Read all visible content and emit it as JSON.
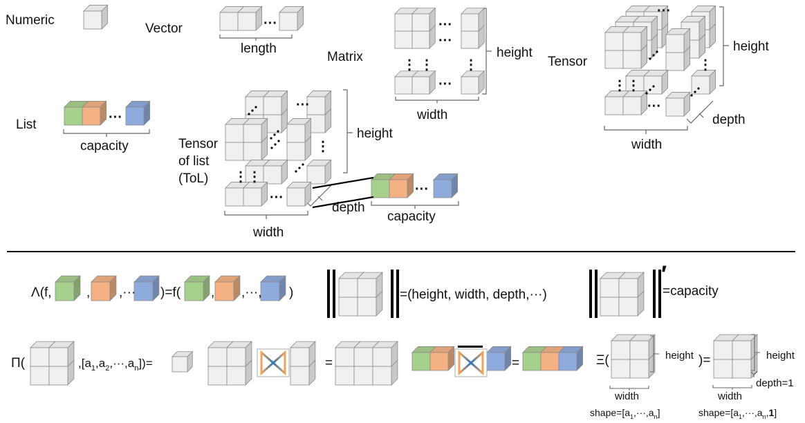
{
  "labels": {
    "numeric": "Numeric",
    "vector": "Vector",
    "length": "length",
    "matrix": "Matrix",
    "height": "height",
    "width": "width",
    "tensor": "Tensor",
    "depth": "depth",
    "list": "List",
    "capacity": "capacity",
    "tol_line1": "Tensor",
    "tol_line2": "of list",
    "tol_line3": "(ToL)",
    "dots_h": "···",
    "dots_v": "⋮"
  },
  "ops": {
    "lambda_open": "Λ(f,",
    "comma": ",",
    "comma_dots": ",···",
    "eq_f": ")=f(",
    "comma_dots_comma": ",···,",
    "close": ")",
    "norm_result": "=(height, width, depth,···)",
    "prime": "′",
    "capacity_result": "=capacity",
    "pi_open": "Π(",
    "pi_args": ",[a",
    "pi_sub1": "1",
    "pi_mid1": ",a",
    "pi_sub2": "2",
    "pi_mid2": ",···,a",
    "pi_subn": "n",
    "pi_close": "])=",
    "equals": "=",
    "xi_open": "Ξ(",
    "xi_close": ")=",
    "depth_eq_1": "depth=1",
    "shape1": "shape=[a",
    "shape1_sub1": "1",
    "shape1_mid": ",···,a",
    "shape1_subn": "n",
    "shape1_end": "]",
    "shape2": "shape=[a",
    "shape2_sub1": "1",
    "shape2_mid": ",···,a",
    "shape2_subn": "n",
    "shape2_sep": ",",
    "shape2_one": "1",
    "shape2_end": "]"
  },
  "colors": {
    "cube_face": "#f0f0f0",
    "cube_top": "#e4e4e4",
    "cube_side": "#c9c9c9",
    "cube_edge": "#8a8a8a",
    "green": "#a8d08d",
    "peach": "#f4b183",
    "blue": "#8faadc",
    "text": "#111111",
    "bowtie": "#2e75b6",
    "bowtie_accent": "#ffc000"
  }
}
